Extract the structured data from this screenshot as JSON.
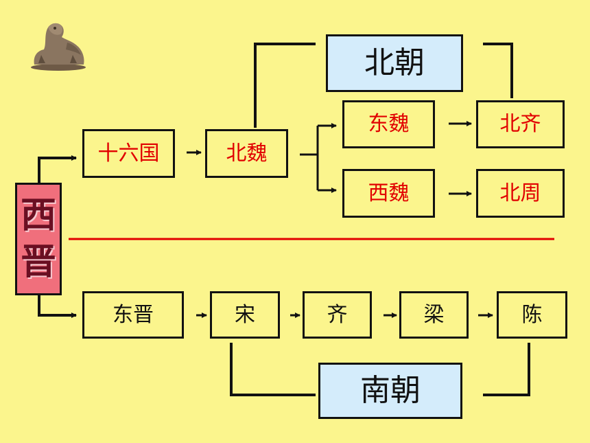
{
  "diagram": {
    "root": "西晋",
    "north": {
      "label": "北朝",
      "sixteen": "十六国",
      "beiwei": "北魏",
      "dongwei": "东魏",
      "xiwei": "西魏",
      "beiqi": "北齐",
      "beizhou": "北周"
    },
    "south": {
      "label": "南朝",
      "dongjin": "东晋",
      "song": "宋",
      "qi": "齐",
      "liang": "梁",
      "chen": "陈"
    }
  },
  "colors": {
    "background": "#fbf58d",
    "root_fill": "#f06f7c",
    "group_fill": "#d4ecfb",
    "north_text": "#e10000",
    "divider": "#e10000"
  },
  "icons": {
    "corner_image": "stone-lion-icon"
  }
}
